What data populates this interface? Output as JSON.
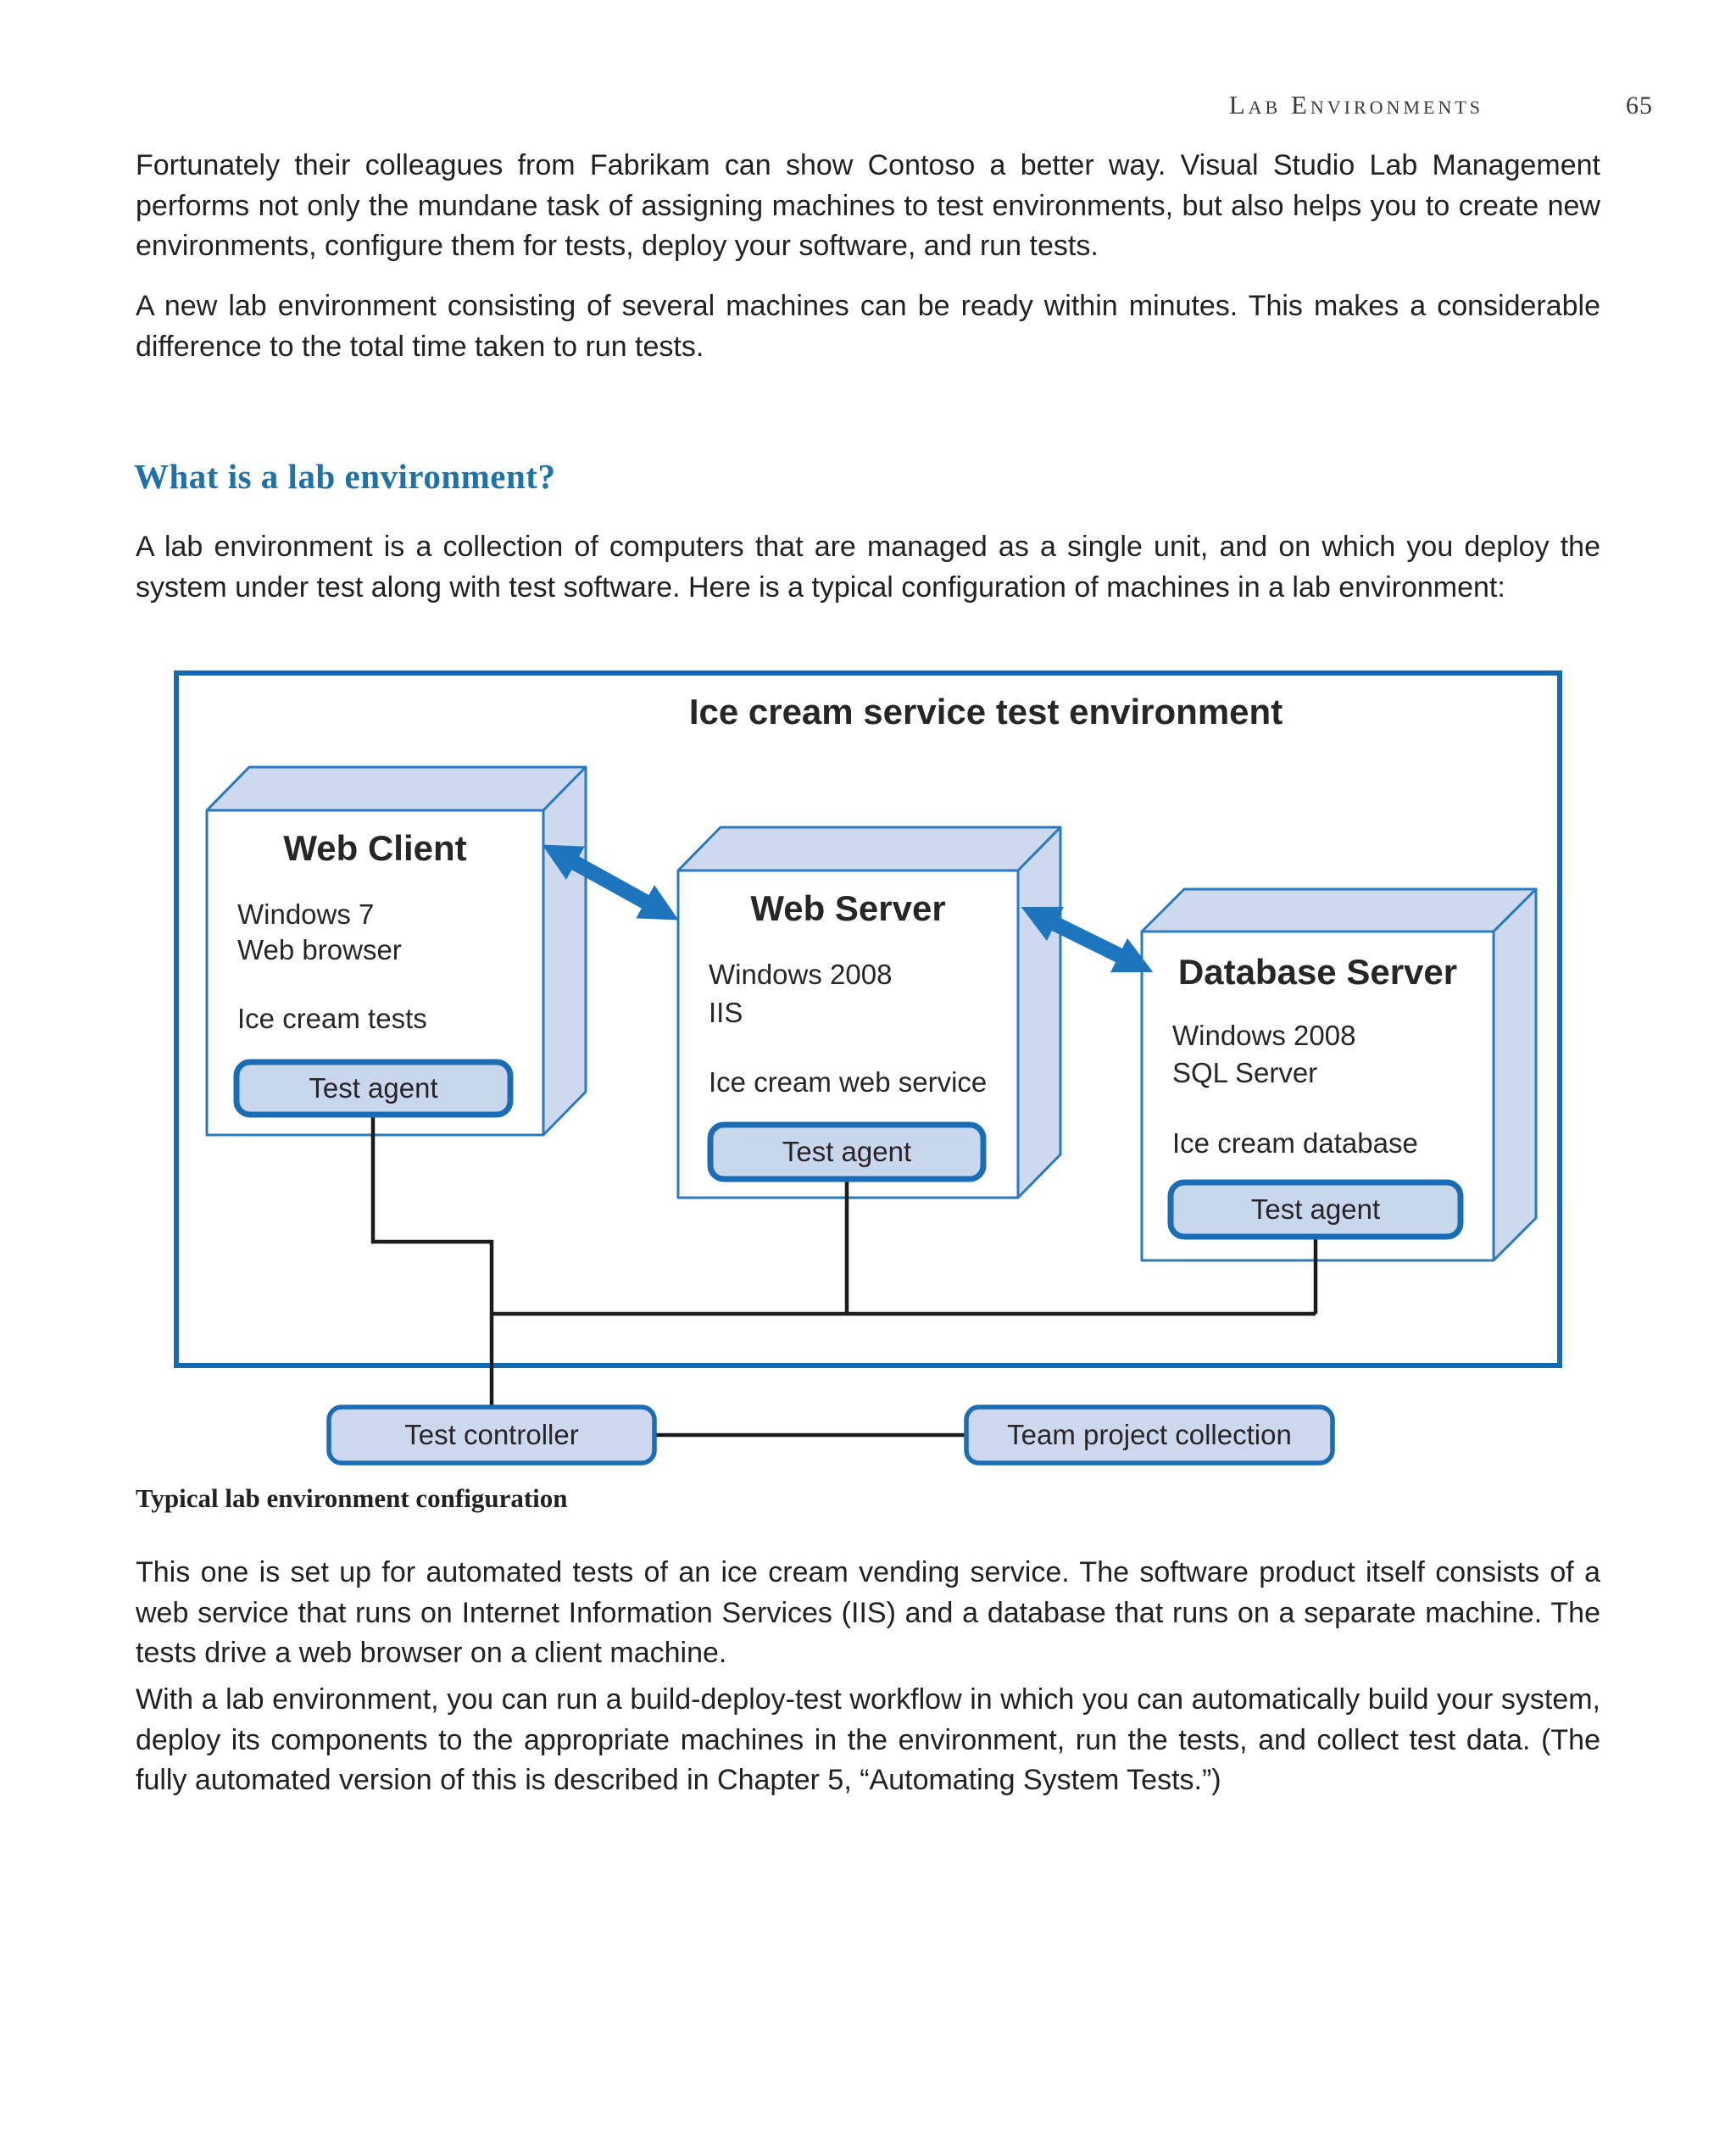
{
  "header": {
    "section_title": "Lab Environments",
    "page_number": "65"
  },
  "heading": "What is a lab environment?",
  "paragraphs": {
    "p1": "Fortunately their colleagues from Fabrikam can show Contoso a better way. Visual Studio Lab Management performs not only the mundane task of assigning machines to test environments, but also helps you to create new environments, configure them for tests, deploy your software, and run tests.",
    "p2": "A new lab environment consisting of several machines can be ready within minutes. This makes a considerable difference to the total time taken to run tests.",
    "p3": "A lab environment is a collection of computers that are managed as a single unit, and on which you deploy the system under test along with test software. Here is a typical configuration of machines in a lab environment:",
    "p4": "This one is set up for automated tests of an ice cream vending service. The software product itself consists of a web service that runs on Internet Information Services (IIS) and a database that runs on a separate machine. The tests drive a web browser on a client machine.",
    "p5": "With a lab environment, you can run a build-deploy-test workflow in which you can automatically build your system, deploy its components to the appropriate machines in the environment, run the tests, and collect test data. (The fully automated version of this is described in Chapter 5, “Automating System Tests.”)"
  },
  "caption": "Typical lab environment configuration",
  "diagram": {
    "title": "Ice cream service test environment",
    "machines": [
      {
        "name": "Web Client",
        "os": "Windows 7",
        "platform": "Web browser",
        "software": "Ice cream tests",
        "agent": "Test agent"
      },
      {
        "name": "Web Server",
        "os": "Windows 2008",
        "platform": "IIS",
        "software": "Ice cream web service",
        "agent": "Test agent"
      },
      {
        "name": "Database Server",
        "os": "Windows 2008",
        "platform": "SQL Server",
        "software": "Ice cream database",
        "agent": "Test agent"
      }
    ],
    "controller": "Test controller",
    "collection": "Team project collection"
  },
  "colors": {
    "diagram_border": "#1768ac",
    "box_edge": "#2b79bc",
    "face_fill": "#cdd9ee",
    "agent_fill": "#c9d7ec",
    "agent_border": "#1a6db4",
    "arrow_blue": "#1d76bd",
    "connector_black": "#1c1c1c",
    "heading_blue": "#1e72a7",
    "body_text": "#232024"
  }
}
